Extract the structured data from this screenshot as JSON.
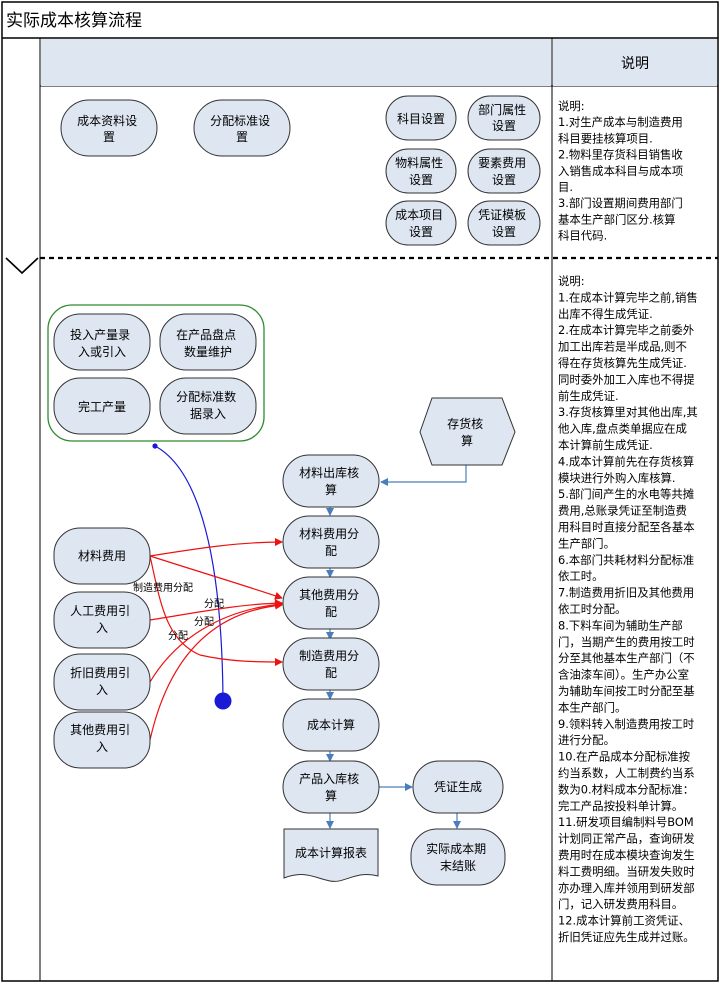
{
  "title": "实际成本核算流程",
  "header": {
    "notes_title": "说明"
  },
  "colors": {
    "node_fill": "#dde6f1",
    "node_stroke": "#333333",
    "arrow_blue": "#4a7ebb",
    "arrow_red": "#ee1111",
    "connector_blue": "#1a1ad6",
    "group_green": "#2e8b2e",
    "header_fill": "#dde6f1"
  },
  "setup_nodes": {
    "cost_data_setup": [
      "成本资料设",
      "置"
    ],
    "alloc_std_setup": [
      "分配标准设",
      "置"
    ],
    "account_setup": [
      "科目设置"
    ],
    "dept_attr": [
      "部门属性",
      "设置"
    ],
    "material_attr": [
      "物料属性",
      "设置"
    ],
    "element_cost": [
      "要素费用",
      "设置"
    ],
    "cost_item_setup": [
      "成本项目",
      "设置"
    ],
    "voucher_template": [
      "凭证模板",
      "设置"
    ]
  },
  "group_nodes": {
    "input_output": [
      "投入产量录",
      "入或引入"
    ],
    "wip_qty": [
      "在产品盘点",
      "数量维护"
    ],
    "completed_qty": [
      "完工产量"
    ],
    "alloc_data": [
      "分配标准数",
      "据录入"
    ]
  },
  "cost_nodes": {
    "material_cost": [
      "材料费用"
    ],
    "labor_cost": [
      "人工费用引",
      "入"
    ],
    "depreciation": [
      "折旧费用引",
      "入"
    ],
    "other_cost": [
      "其他费用引",
      "入"
    ]
  },
  "flow_nodes": {
    "inventory_calc": [
      "存货核",
      "算"
    ],
    "material_out": [
      "材料出库核",
      "算"
    ],
    "material_alloc": [
      "材料费用分",
      "配"
    ],
    "other_alloc": [
      "其他费用分",
      "配"
    ],
    "mfg_alloc": [
      "制造费用分",
      "配"
    ],
    "cost_calc": [
      "成本计算"
    ],
    "product_in": [
      "产品入库核",
      "算"
    ],
    "voucher_gen": [
      "凭证生成"
    ],
    "cost_report": [
      "成本计算报表"
    ],
    "period_close": [
      "实际成本期",
      "末结账"
    ]
  },
  "edge_labels": {
    "mfg_alloc_label": "制造费用分配",
    "alloc_1": "分配",
    "alloc_2": "分配",
    "alloc_3": "分配"
  },
  "notes_top": [
    "说明:",
    "1.对生产成本与制造费用",
    "科目要挂核算项目.",
    "2.物料里存货科目销售收",
    "入销售成本科目与成本项",
    "目.",
    "3.部门设置期间费用部门",
    "基本生产部门区分.核算",
    "科目代码."
  ],
  "notes_bottom": [
    "说明:",
    "1.在成本计算完毕之前,销售",
    "出库不得生成凭证.",
    "2.在成本计算完毕之前委外",
    "加工出库若是半成品,则不",
    "得在存货核算先生成凭证.",
    "同时委外加工入库也不得提",
    "前生成凭证.",
    "3.存货核算里对其他出库,其",
    "他入库,盘点类单据应在成",
    "本计算前生成凭证.",
    "4.成本计算前先在存货核算",
    "模块进行外购入库核算.",
    "5.部门间产生的水电等共摊",
    "费用,总账录凭证至制造费",
    "用科目时直接分配至各基本",
    "生产部门。",
    "6.本部门共耗材料分配标准",
    "依工时。",
    "7.制造费用折旧及其他费用",
    "依工时分配。",
    "8.下料车间为辅助生产部",
    "门，当期产生的费用按工时",
    "分至其他基本生产部门（不",
    "含油漆车间）。生产办公室",
    "为辅助车间按工时分配至基",
    "本生产部门。",
    "9.领料转入制造费用按工时",
    "进行分配。",
    "10.在产品成本分配标准按",
    "约当系数，人工制费约当系",
    "数为0.材料成本分配标准：",
    "完工产品按投料单计算。",
    "11.研发项目编制料号BOM",
    "计划同正常产品，查询研发",
    "费用时在成本模块查询发生",
    "料工费明细。当研发失败时",
    "亦办理入库并领用到研发部",
    "门，记入研发费用科目。",
    "12.成本计算前工资凭证、",
    "折旧凭证应先生成并过账。"
  ]
}
